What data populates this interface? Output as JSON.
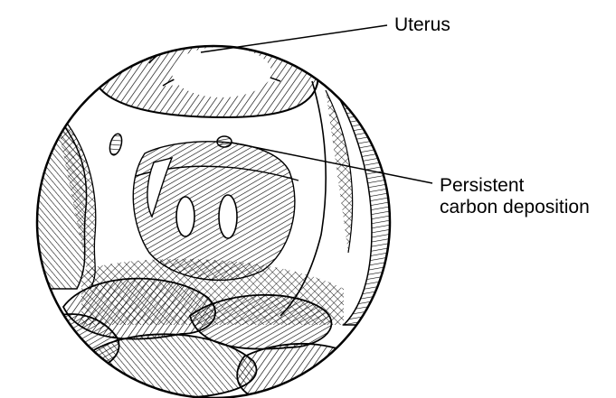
{
  "figure": {
    "labels": {
      "uterus": "Uterus",
      "carbon_line1": "Persistent",
      "carbon_line2": "carbon deposition"
    }
  },
  "colors": {
    "ink": "#000000",
    "background": "#ffffff"
  }
}
